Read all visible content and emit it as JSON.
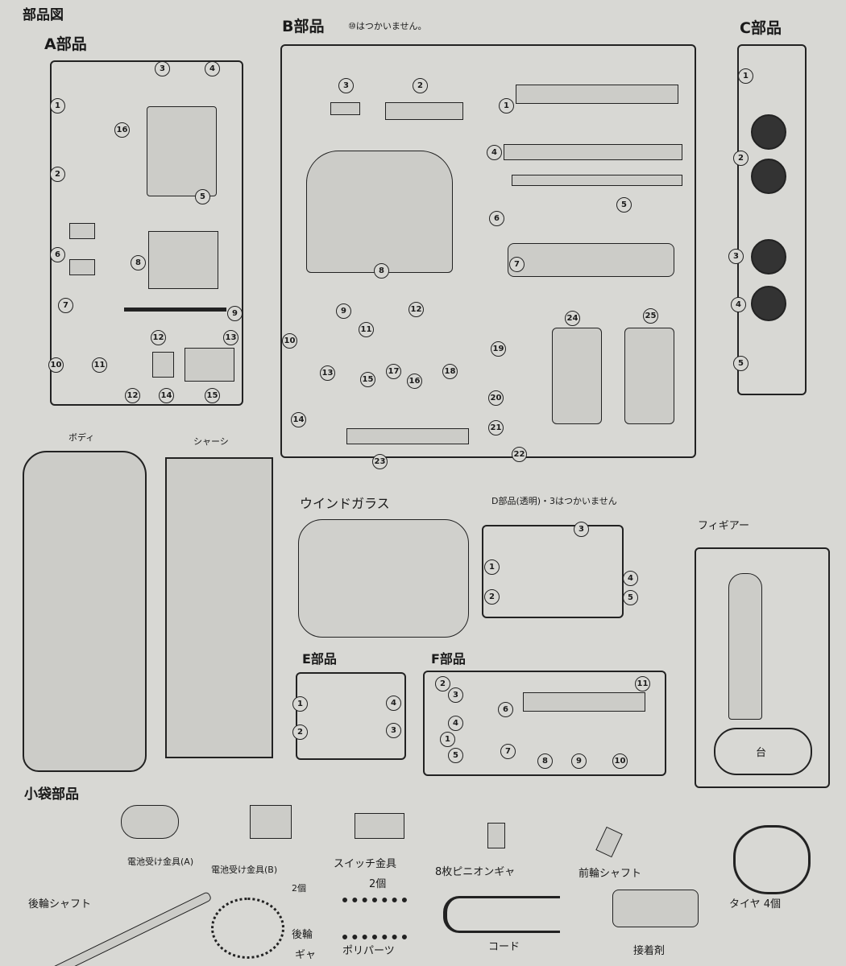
{
  "title": "部品図",
  "sections": {
    "a": {
      "label": "A部品",
      "numbers": [
        "3",
        "4",
        "1",
        "16",
        "2",
        "5",
        "6",
        "8",
        "7",
        "9",
        "12",
        "13",
        "10",
        "11",
        "12",
        "14",
        "15"
      ]
    },
    "b": {
      "label": "B部品",
      "note": "⑩はつかいません。",
      "numbers": [
        "3",
        "2",
        "1",
        "4",
        "5",
        "6",
        "7",
        "8",
        "9",
        "12",
        "10",
        "11",
        "24",
        "25",
        "19",
        "17",
        "18",
        "13",
        "15",
        "16",
        "20",
        "14",
        "21",
        "22",
        "23"
      ]
    },
    "c": {
      "label": "C部品",
      "numbers": [
        "1",
        "2",
        "3",
        "4",
        "5"
      ]
    },
    "body": {
      "label": "ボディ"
    },
    "chassis": {
      "label": "シャーシ"
    },
    "window": {
      "label": "ウインドガラス"
    },
    "d": {
      "label": "D部品(透明)・3はつかいません",
      "numbers": [
        "3",
        "1",
        "2",
        "4",
        "5"
      ]
    },
    "figure": {
      "label": "フィギアー",
      "stand": "台"
    },
    "e": {
      "label": "E部品",
      "numbers": [
        "1",
        "2",
        "4",
        "3"
      ]
    },
    "f": {
      "label": "F部品",
      "numbers": [
        "2",
        "3",
        "11",
        "6",
        "4",
        "1",
        "5",
        "7",
        "8",
        "9",
        "10"
      ]
    },
    "bag": {
      "label": "小袋部品",
      "items": [
        "電池受け金具(A)",
        "電池受け金具(B)",
        "2個",
        "スイッチ金具",
        "2個",
        "8枚ピニオンギャ",
        "前輪シャフト",
        "後輪シャフト",
        "後輪",
        "ギャ",
        "ポリパーツ",
        "コード",
        "接着剤",
        "タイヤ 4個"
      ]
    }
  }
}
